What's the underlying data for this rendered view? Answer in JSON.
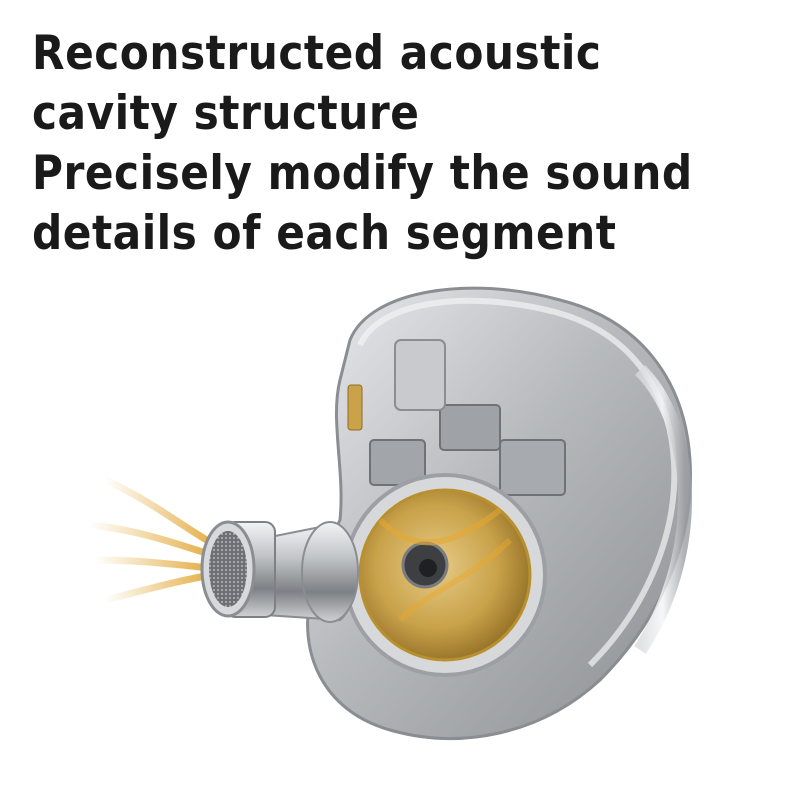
{
  "headline": {
    "lines": [
      "Reconstructed acoustic",
      "cavity structure",
      "Precisely modify the sound",
      "details of each segment"
    ]
  },
  "product": {
    "name": "in-ear-monitor-earphone",
    "shell_color": "#b9bcc0",
    "driver_color": "#c9a24a",
    "nozzle_color": "#a9acb0",
    "sound_wave_color": "#e2a93a"
  },
  "colors": {
    "background": "#ffffff",
    "text": "#1a1a1a"
  }
}
